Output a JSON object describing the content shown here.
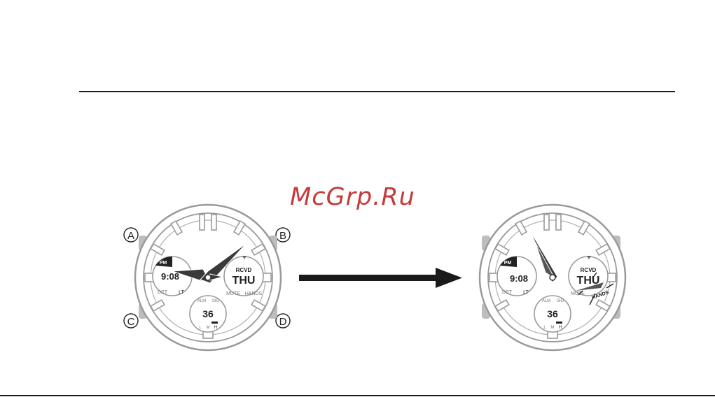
{
  "watermark": "McGrp.Ru",
  "buttons": {
    "a": "A",
    "b": "B",
    "c": "C",
    "d": "D"
  },
  "dial_labels": {
    "pm": "PM",
    "dst": "DST",
    "lt": "LT",
    "rcvd": "RCVD",
    "mute": "MUTE",
    "hands": "HANDS",
    "alm": "ALM",
    "sig": "SIG",
    "level_l": "L",
    "level_m": "M",
    "level_h": "H"
  },
  "watch_before": {
    "time_display": "9:08",
    "day_display": "THU",
    "second_display": "36"
  },
  "watch_after": {
    "time_display": "9:08",
    "day_display": "THU",
    "second_display": "36"
  },
  "colors": {
    "watch_outline": "#9a9a9a",
    "hand_fill": "#3a3a3a",
    "arrow": "#1a1a1a",
    "rule": "#1a1a1a",
    "watermark": "#c63a3a"
  }
}
